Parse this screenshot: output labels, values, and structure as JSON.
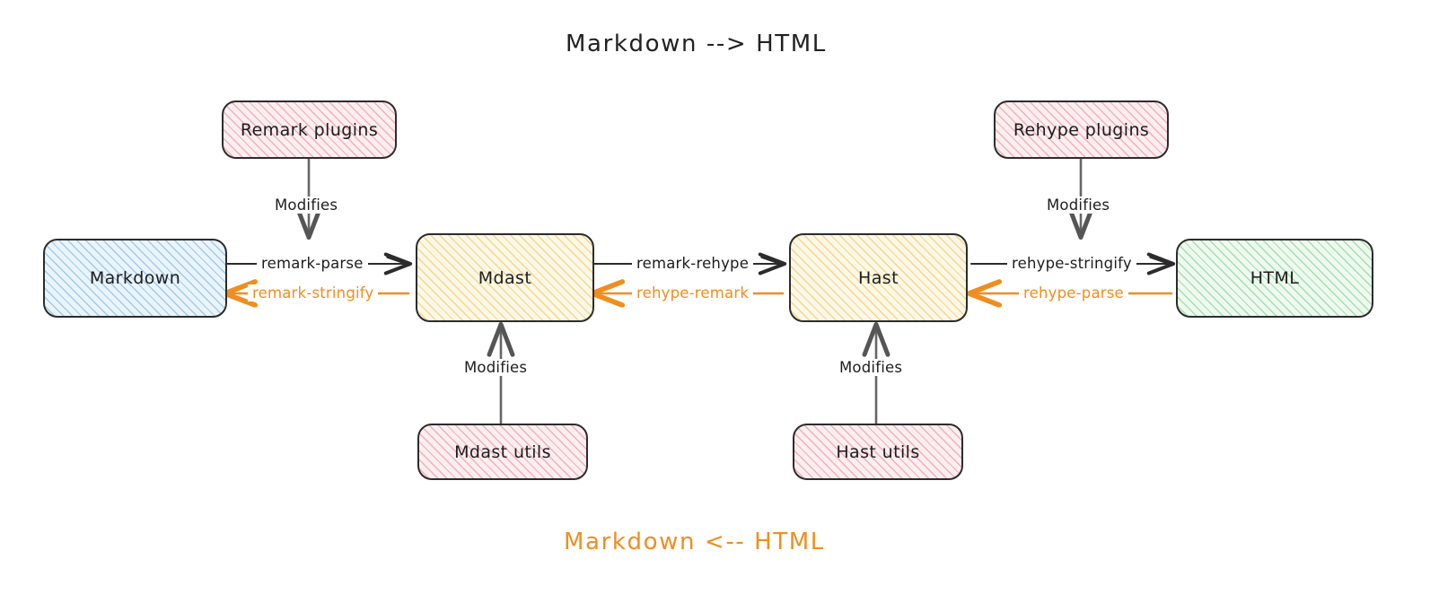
{
  "diagram": {
    "title_top": "Markdown --> HTML",
    "title_bottom": "Markdown <-- HTML",
    "colors": {
      "forward_arrow": "#2c2c2c",
      "reverse_arrow": "#ef8e20",
      "text": "#1d1d1d",
      "border": "#2c2c2c",
      "markdown_fill": "#eaf4fc",
      "ast_fill": "#fdf8e6",
      "html_fill": "#eefaef",
      "plugin_fill": "#fdeef0"
    },
    "nodes": [
      {
        "id": "markdown",
        "label": "Markdown",
        "fill": "blue"
      },
      {
        "id": "mdast",
        "label": "Mdast",
        "fill": "yellow"
      },
      {
        "id": "hast",
        "label": "Hast",
        "fill": "yellow"
      },
      {
        "id": "html",
        "label": "HTML",
        "fill": "green"
      },
      {
        "id": "remark-plugins",
        "label": "Remark plugins",
        "fill": "red"
      },
      {
        "id": "rehype-plugins",
        "label": "Rehype plugins",
        "fill": "red"
      },
      {
        "id": "mdast-utils",
        "label": "Mdast utils",
        "fill": "red"
      },
      {
        "id": "hast-utils",
        "label": "Hast utils",
        "fill": "red"
      }
    ],
    "edges": [
      {
        "id": "remark-parse",
        "label": "remark-parse",
        "from": "markdown",
        "to": "mdast",
        "direction": "forward",
        "color": "dark"
      },
      {
        "id": "remark-stringify",
        "label": "remark-stringify",
        "from": "mdast",
        "to": "markdown",
        "direction": "reverse",
        "color": "orange"
      },
      {
        "id": "remark-rehype",
        "label": "remark-rehype",
        "from": "mdast",
        "to": "hast",
        "direction": "forward",
        "color": "dark"
      },
      {
        "id": "rehype-remark",
        "label": "rehype-remark",
        "from": "hast",
        "to": "mdast",
        "direction": "reverse",
        "color": "orange"
      },
      {
        "id": "rehype-stringify",
        "label": "rehype-stringify",
        "from": "hast",
        "to": "html",
        "direction": "forward",
        "color": "dark"
      },
      {
        "id": "rehype-parse",
        "label": "rehype-parse",
        "from": "html",
        "to": "hast",
        "direction": "reverse",
        "color": "orange"
      },
      {
        "id": "remark-modifies",
        "label": "Modifies",
        "from": "remark-plugins",
        "to": "mdast",
        "direction": "down",
        "color": "dark"
      },
      {
        "id": "rehype-modifies",
        "label": "Modifies",
        "from": "rehype-plugins",
        "to": "hast",
        "direction": "down",
        "color": "dark"
      },
      {
        "id": "mdast-modifies",
        "label": "Modifies",
        "from": "mdast-utils",
        "to": "mdast",
        "direction": "up",
        "color": "dark"
      },
      {
        "id": "hast-modifies",
        "label": "Modifies",
        "from": "hast-utils",
        "to": "hast",
        "direction": "up",
        "color": "dark"
      }
    ]
  }
}
